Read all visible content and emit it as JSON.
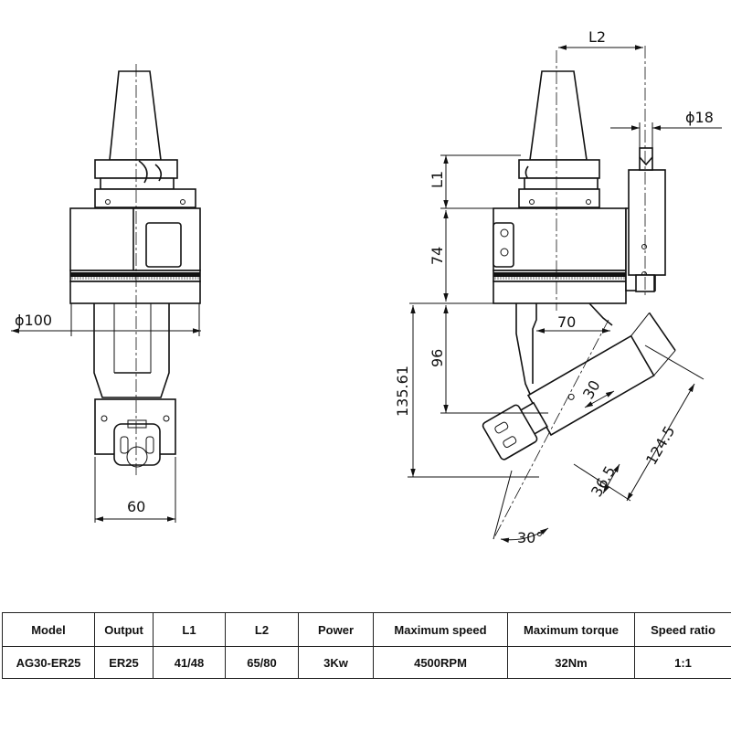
{
  "drawing": {
    "dimensions": {
      "l2": "L2",
      "phi18": "ϕ18",
      "l1": "L1",
      "d74": "74",
      "phi100": "ϕ100",
      "d70": "70",
      "d96": "96",
      "d135": "135.61",
      "d30": "30",
      "d124": "124.5",
      "d36": "36.5",
      "d60": "60",
      "angle30": "30°"
    }
  },
  "table": {
    "headers": [
      "Model",
      "Output",
      "L1",
      "L2",
      "Power",
      "Maximum speed",
      "Maximum torque",
      "Speed ratio"
    ],
    "rows": [
      [
        "AG30-ER25",
        "ER25",
        "41/48",
        "65/80",
        "3Kw",
        "4500RPM",
        "32Nm",
        "1:1"
      ]
    ]
  }
}
